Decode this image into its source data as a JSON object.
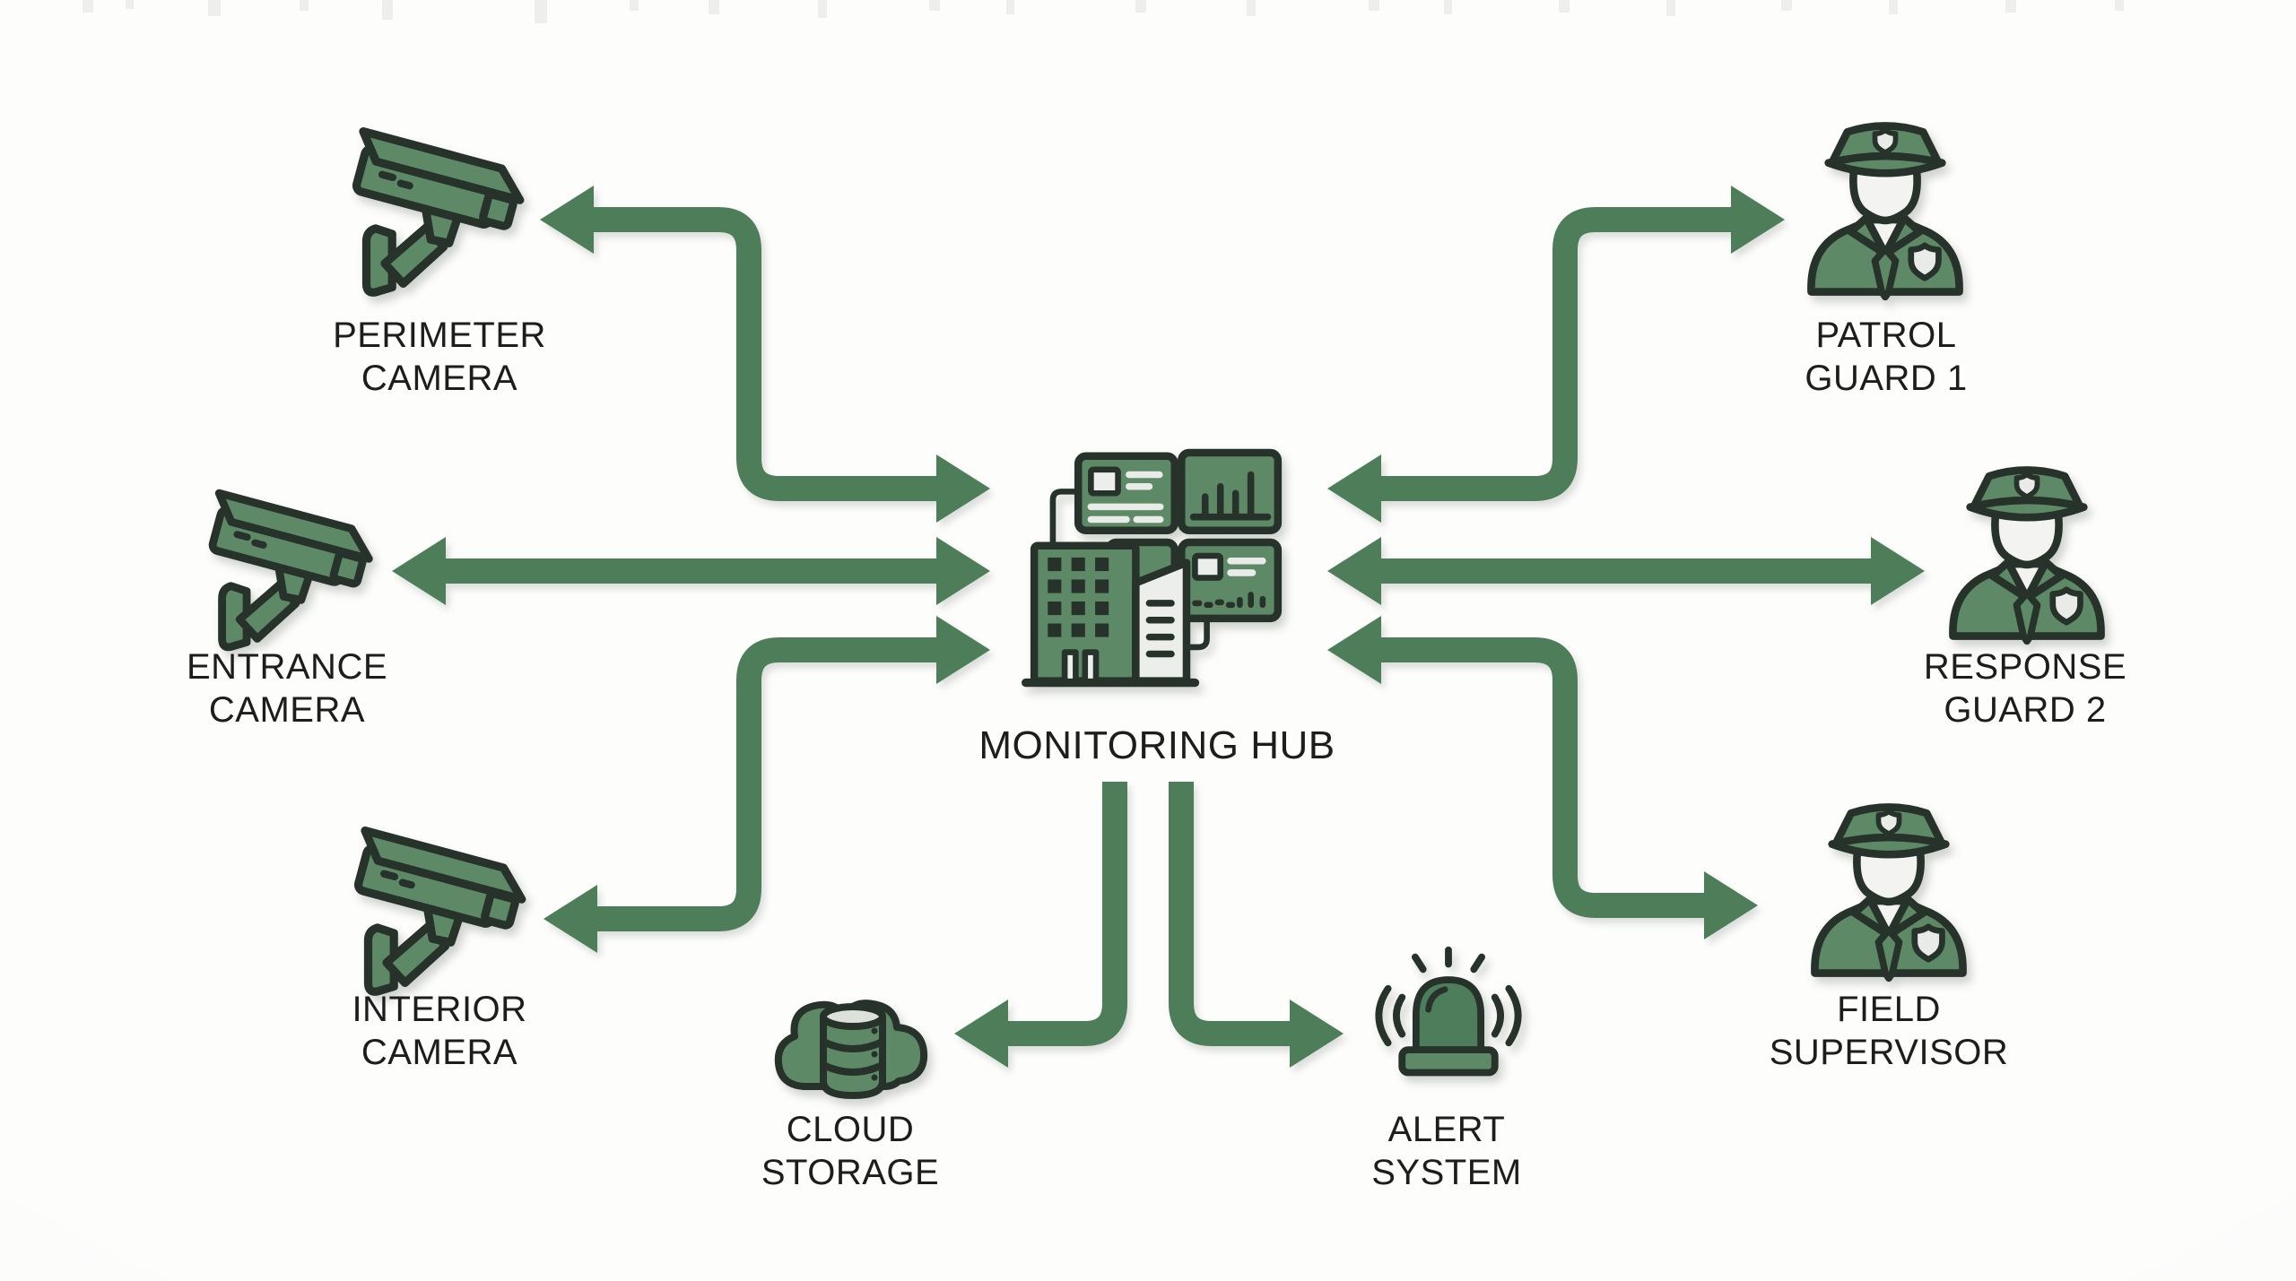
{
  "page": {
    "kind": "security monitoring network flow diagram"
  },
  "palette": {
    "arrow_green": "#4e7d59",
    "icon_green": "#5d8966",
    "icon_green_dark": "#4e7d5c",
    "outline_dark": "#26322a",
    "light_fill": "#f3f3f1",
    "label_color": "#1d1d1d",
    "background": "#fcfcfa"
  },
  "nodes": {
    "perimeter_camera": {
      "line1": "PERIMETER",
      "line2": "CAMERA",
      "icon": "cctv-camera"
    },
    "entrance_camera": {
      "line1": "ENTRANCE",
      "line2": "CAMERA",
      "icon": "cctv-camera"
    },
    "interior_camera": {
      "line1": "INTERIOR",
      "line2": "CAMERA",
      "icon": "cctv-camera"
    },
    "monitoring_hub": {
      "line1": "MONITORING HUB",
      "line2": "",
      "icon": "monitoring-hub-building"
    },
    "patrol_guard_1": {
      "line1": "PATROL",
      "line2": "GUARD 1",
      "icon": "security-guard"
    },
    "response_guard_2": {
      "line1": "RESPONSE",
      "line2": "GUARD 2",
      "icon": "security-guard"
    },
    "field_supervisor": {
      "line1": "FIELD",
      "line2": "SUPERVISOR",
      "icon": "security-guard"
    },
    "cloud_storage": {
      "line1": "CLOUD",
      "line2": "STORAGE",
      "icon": "cloud-database"
    },
    "alert_system": {
      "line1": "ALERT",
      "line2": "SYSTEM",
      "icon": "siren"
    }
  },
  "connections": [
    {
      "from": "MONITORING HUB",
      "to": "PERIMETER CAMERA",
      "route": "elbow",
      "heads": "both-ends"
    },
    {
      "from": "MONITORING HUB",
      "to": "ENTRANCE CAMERA",
      "route": "straight",
      "heads": "both-ends"
    },
    {
      "from": "MONITORING HUB",
      "to": "INTERIOR CAMERA",
      "route": "elbow",
      "heads": "both-ends"
    },
    {
      "from": "MONITORING HUB",
      "to": "PATROL GUARD 1",
      "route": "elbow",
      "heads": "both-ends"
    },
    {
      "from": "MONITORING HUB",
      "to": "RESPONSE GUARD 2",
      "route": "straight",
      "heads": "both-ends"
    },
    {
      "from": "MONITORING HUB",
      "to": "FIELD SUPERVISOR",
      "route": "elbow",
      "heads": "both-ends"
    },
    {
      "from": "MONITORING HUB",
      "to": "CLOUD STORAGE",
      "route": "elbow",
      "heads": "target-only"
    },
    {
      "from": "MONITORING HUB",
      "to": "ALERT SYSTEM",
      "route": "elbow",
      "heads": "target-only"
    }
  ]
}
